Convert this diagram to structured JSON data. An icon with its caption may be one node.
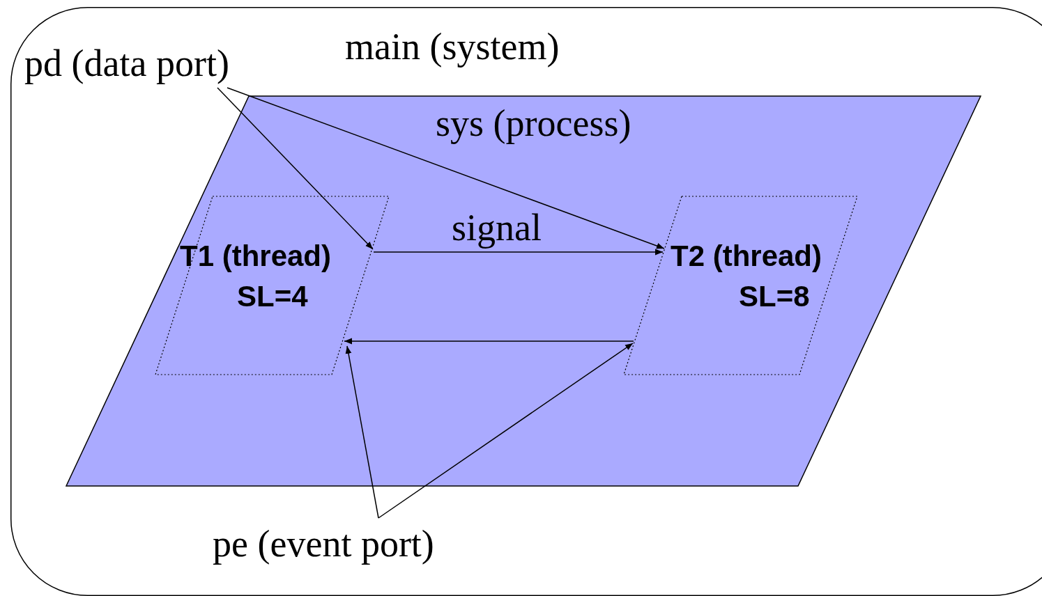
{
  "diagram": {
    "nodes": [
      {
        "text": [
          "main (system)"
        ]
      },
      {
        "text": [
          "sys (process)"
        ],
        "in": 0
      },
      {
        "text": [
          "T1 (thread)",
          "SL=4"
        ],
        "in": 1
      },
      {
        "text": [
          "T2 (thread)",
          "SL=8"
        ],
        "in": 1
      },
      {
        "text": [
          "pd (data port)"
        ],
        "in": 0
      },
      {
        "text": [
          "pe (event port)"
        ],
        "in": 0
      }
    ],
    "edges": [
      {
        "from": 4,
        "to": 2,
        "arrow": "to"
      },
      {
        "from": 4,
        "to": 3,
        "arrow": "to"
      },
      {
        "from": 2,
        "to": 3,
        "label": "signal",
        "arrow": "to"
      },
      {
        "from": 3,
        "to": 2,
        "arrow": "to"
      },
      {
        "from": 5,
        "to": 2,
        "arrow": "to"
      },
      {
        "from": 5,
        "to": 3,
        "arrow": "to"
      }
    ]
  }
}
